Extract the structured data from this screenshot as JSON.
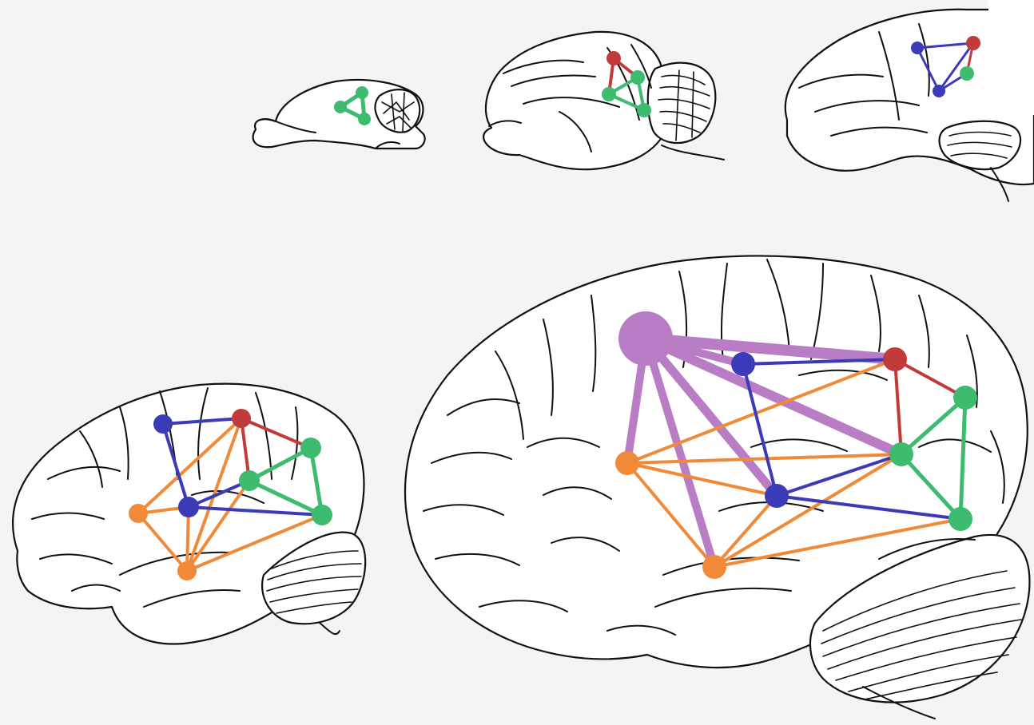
{
  "colors": {
    "green": "#3dbb6f",
    "red": "#c23b3b",
    "blue": "#3b3bb8",
    "orange": "#f08a38",
    "purple": "#b97dc6",
    "ink": "#111111",
    "paper": "#f4f4f2"
  },
  "brains": [
    {
      "id": "brain-1",
      "networks": [
        "green"
      ]
    },
    {
      "id": "brain-2",
      "networks": [
        "green",
        "red"
      ]
    },
    {
      "id": "brain-3",
      "networks": [
        "green",
        "red",
        "blue"
      ]
    },
    {
      "id": "brain-4",
      "networks": [
        "green",
        "red",
        "blue",
        "orange"
      ]
    },
    {
      "id": "brain-5",
      "networks": [
        "green",
        "red",
        "blue",
        "orange",
        "purple"
      ]
    }
  ]
}
